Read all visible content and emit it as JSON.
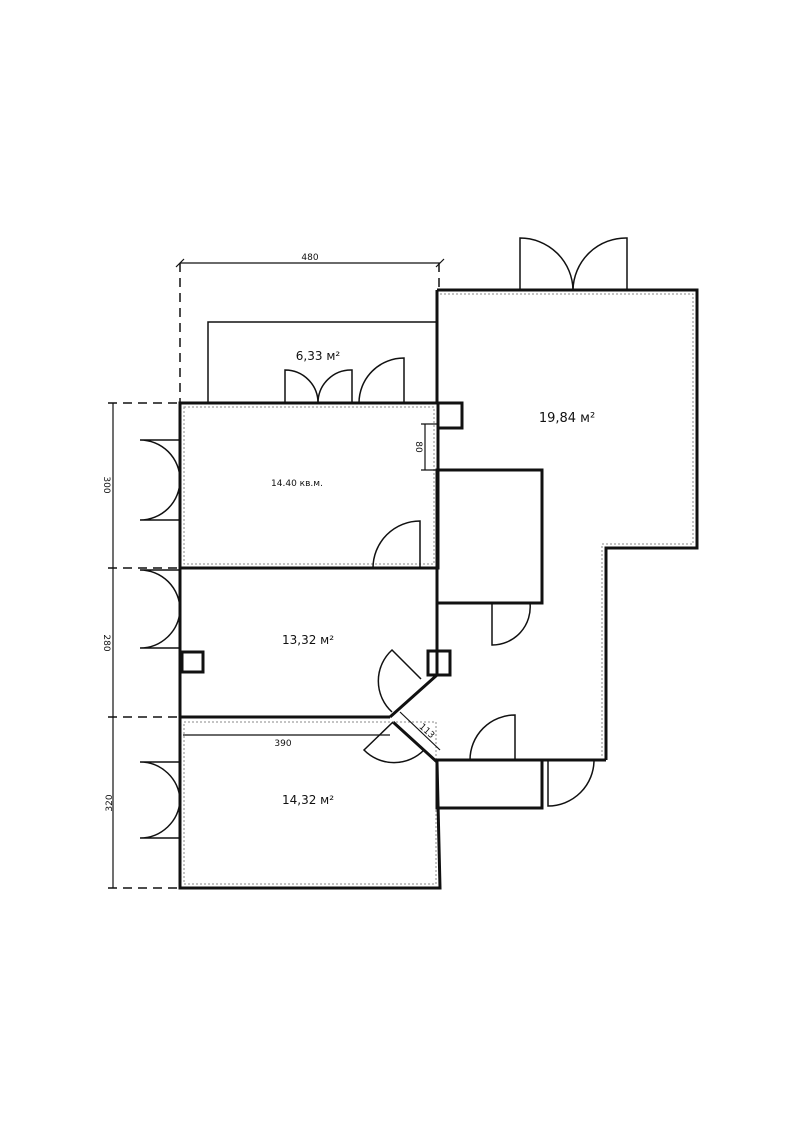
{
  "rooms": [
    {
      "name": "storage",
      "area": "6,33 м²"
    },
    {
      "name": "room-top-left",
      "area": "14.40 кв.м."
    },
    {
      "name": "room-large",
      "area": "19,84 м²"
    },
    {
      "name": "room-middle",
      "area": "13,32 м²"
    },
    {
      "name": "room-bottom",
      "area": "14,32 м²"
    }
  ],
  "dimensions": {
    "top_width": "480",
    "opening": "80",
    "left_top": "300",
    "left_middle": "280",
    "left_bottom": "320",
    "inner_width": "390",
    "diagonal": "113"
  },
  "colors": {
    "line": "#111111",
    "background": "#ffffff"
  }
}
